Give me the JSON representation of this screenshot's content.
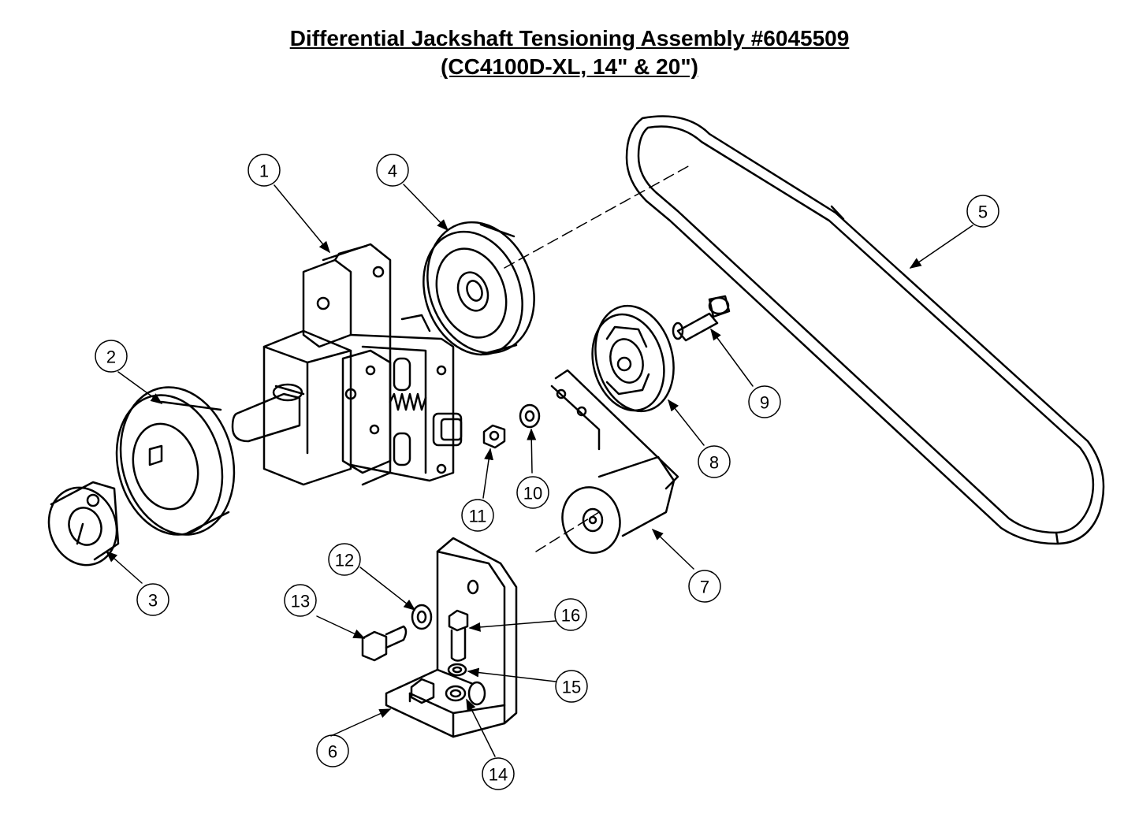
{
  "title": {
    "line1": "Differential Jackshaft Tensioning Assembly #6045509",
    "line2": "(CC4100D-XL, 14\"  & 20\")"
  },
  "callouts": [
    "1",
    "2",
    "3",
    "4",
    "5",
    "6",
    "7",
    "8",
    "9",
    "10",
    "11",
    "12",
    "13",
    "14",
    "15",
    "16"
  ],
  "colors": {
    "ink": "#000000",
    "paper": "#ffffff"
  }
}
